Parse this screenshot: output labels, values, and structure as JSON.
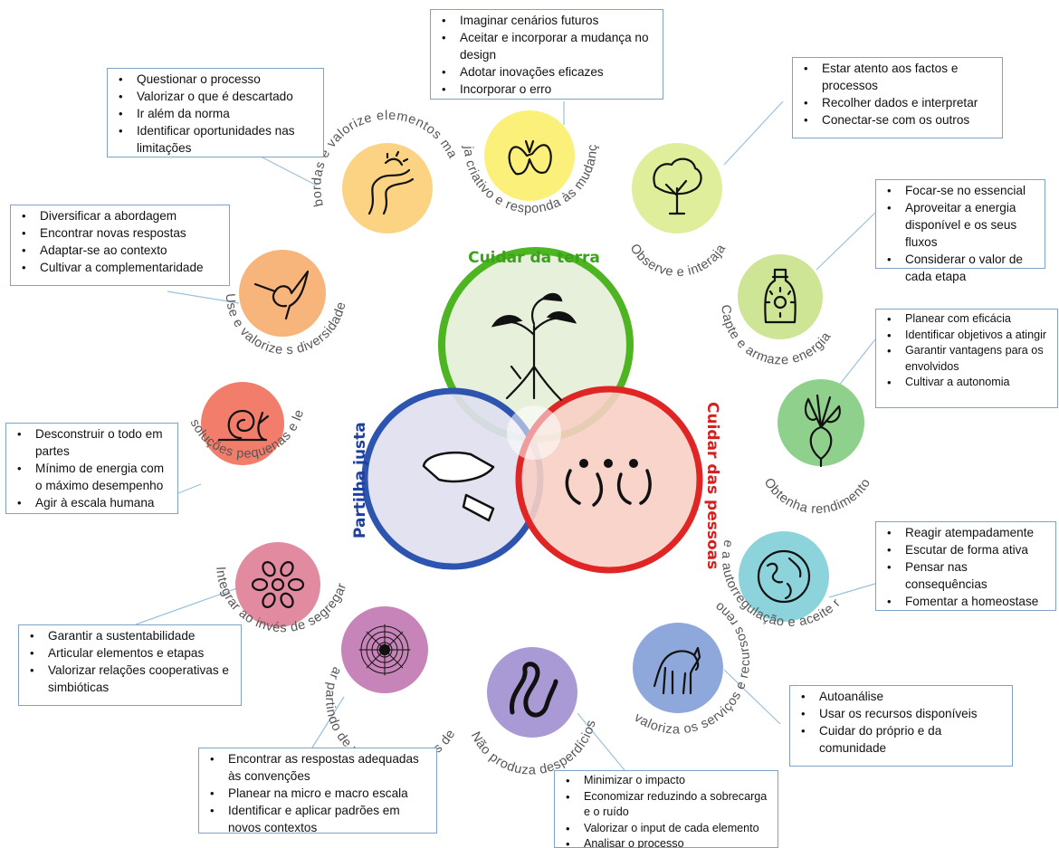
{
  "center": {
    "earth": "Cuidar da terra",
    "people": "Cuidar das pessoas",
    "share": "Partilha justa"
  },
  "principles": [
    {
      "label": "Seja criativo e responda às mudanças",
      "color": "#fbf07a",
      "icon": "butterfly-icon",
      "items": [
        "Imaginar cenários futuros",
        "Aceitar e incorporar a mudança no design",
        "Adotar inovações eficazes",
        "Incorporar o erro"
      ]
    },
    {
      "label": "Observe e interaja",
      "color": "#dfee9a",
      "icon": "tree-icon",
      "items": [
        "Estar atento aos factos e processos",
        "Recolher dados e interpretar",
        "Conectar-se com os outros"
      ]
    },
    {
      "label": "Capte e armaze energia",
      "color": "#cde594",
      "icon": "bottle-sun-icon",
      "items": [
        "Focar-se no essencial",
        "Aproveitar a energia disponível e os seus fluxos",
        "Considerar o valor de cada etapa"
      ]
    },
    {
      "label": "Obtenha rendimento",
      "color": "#8fd18c",
      "icon": "beet-icon",
      "items": [
        "Planear com eficácia",
        "Identificar objetivos a atingir",
        "Garantir vantagens para os envolvidos",
        "Cultivar a autonomia"
      ]
    },
    {
      "label": "Pratique a autorregulação e aceite retornos",
      "color": "#8dd3dc",
      "icon": "globe-icon",
      "items": [
        "Reagir atempadamente",
        "Escutar de forma ativa",
        "Pensar nas consequências",
        "Fomentar a homeostase"
      ]
    },
    {
      "label": "Use e valoriza os serviços e recursos renováveis",
      "color": "#8fa8dc",
      "icon": "horse-icon",
      "items": [
        "Autoanálise",
        "Usar os recursos disponíveis",
        "Cuidar do próprio e da comunidade"
      ]
    },
    {
      "label": "Não produza desperdícios",
      "color": "#a99ad6",
      "icon": "worm-icon",
      "items": [
        "Minimizar o impacto",
        "Economizar reduzindo a sobrecarga e o ruído",
        "Valorizar o input de cada elemento",
        "Analisar o processo"
      ]
    },
    {
      "label": "Planejar partindo de padrões para os detalhes",
      "color": "#c784b8",
      "icon": "spiderweb-icon",
      "items": [
        "Encontrar as respostas adequadas às convenções",
        "Planear na micro e macro escala",
        "Identificar e aplicar padrões em novos contextos"
      ]
    },
    {
      "label": "Integrar ao invés de segregar",
      "color": "#e18aa0",
      "icon": "flower-ring-icon",
      "items": [
        "Garantir a sustentabilidade",
        "Articular elementos e etapas",
        "Valorizar relações cooperativas e simbióticas"
      ]
    },
    {
      "label": "Use soluções pequenas e lentas",
      "color": "#f27d6a",
      "icon": "snail-icon",
      "items": [
        "Desconstruir o todo em partes",
        "Mínimo de energia com o máximo desempenho",
        "Agir à escala humana"
      ]
    },
    {
      "label": "Use e valorize s diversidade",
      "color": "#f7b57c",
      "icon": "hummingbird-icon",
      "items": [
        "Diversificar a abordagem",
        "Encontrar novas respostas",
        "Adaptar-se ao contexto",
        "Cultivar a complementaridade"
      ]
    },
    {
      "label": "Use as bordas e valorize elementos marginais",
      "color": "#fbd383",
      "icon": "river-icon",
      "items": [
        "Questionar o processo",
        "Valorizar o que é descartado",
        "Ir além da norma",
        "Identificar oportunidades nas limitações"
      ]
    }
  ],
  "colors": {
    "earth_ring": "#4db522",
    "earth_fill": "#e6f0da",
    "people_ring": "#e02525",
    "people_fill": "#f8cfc4",
    "share_ring": "#2d55b0",
    "share_fill": "#dfe0f0",
    "box_border": "#7fa3c8",
    "connector": "#9cc0dd"
  }
}
